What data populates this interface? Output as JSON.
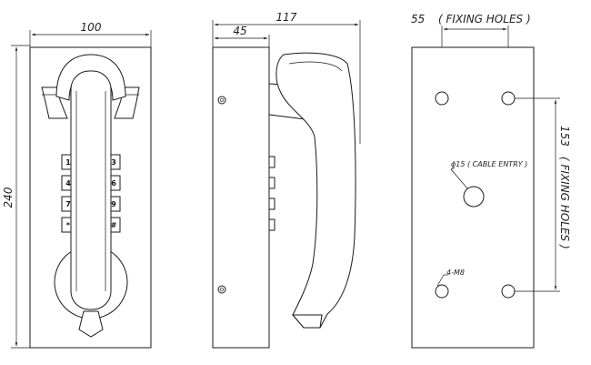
{
  "front_view": {
    "width_label": "100",
    "height_label": "240",
    "keypad_keys": [
      "1",
      "3",
      "4",
      "6",
      "7",
      "9",
      "*",
      "#"
    ]
  },
  "side_view": {
    "depth_label": "117",
    "body_depth_label": "45"
  },
  "back_view": {
    "hole_spacing_label": "55",
    "hole_spacing_note": "( FIXING HOLES )",
    "vertical_spacing_label": "153",
    "vertical_spacing_note": "( FIXING HOLES )",
    "cable_entry_label": "ϕ15  ( CABLE ENTRY )",
    "screw_label": "4-M8"
  }
}
